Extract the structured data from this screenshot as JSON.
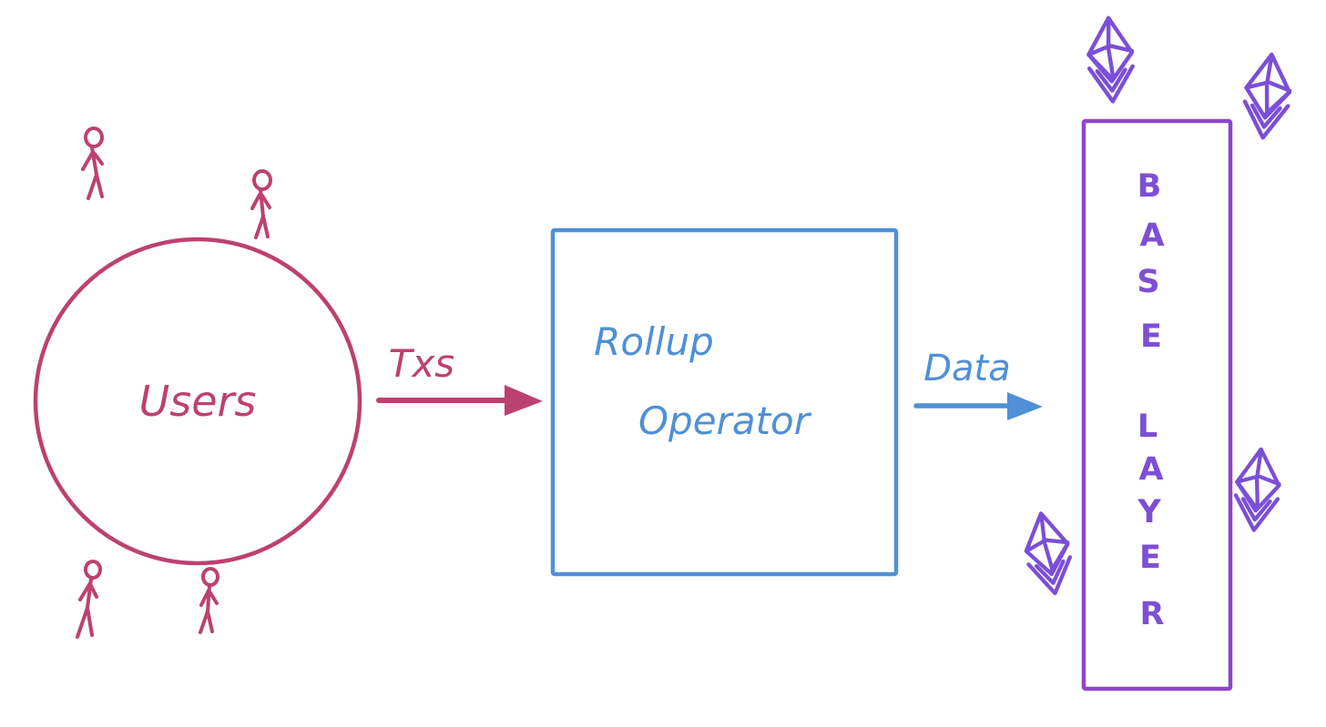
{
  "diagram": {
    "users": {
      "label": "Users"
    },
    "txs_arrow": {
      "label": "Txs"
    },
    "rollup": {
      "line1": "Rollup",
      "line2": "Operator"
    },
    "data_arrow": {
      "label": "Data"
    },
    "base_layer": {
      "word1": "BASE",
      "word2": "LAYER",
      "letters": [
        "B",
        "A",
        "S",
        "E",
        "L",
        "A",
        "Y",
        "E",
        "R"
      ]
    },
    "icons": {
      "ethereum": "ethereum-diamond-icon",
      "stick_figure": "person-stick-figure-icon"
    }
  },
  "colors": {
    "users": "#bd4170",
    "rollup": "#4f90d6",
    "base_border": "#8c46cc",
    "base_text": "#7d4fd4",
    "eth": "#7b4fd6",
    "background": "#ffffff"
  }
}
